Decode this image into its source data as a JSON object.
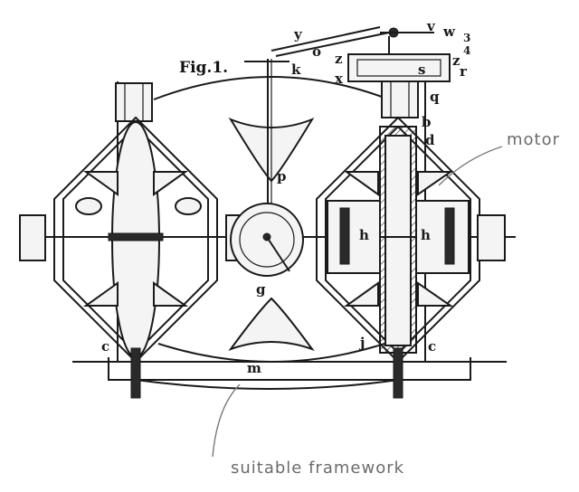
{
  "figure": {
    "title": "Fig.1."
  },
  "labels": {
    "y": "y",
    "o": "o",
    "k": "k",
    "z_left": "z",
    "x": "x",
    "v": "v",
    "w": "w",
    "n3": "3",
    "n4": "4",
    "z_right": "z",
    "r": "r",
    "s": "s",
    "q": "q",
    "b": "b",
    "d": "d",
    "p": "p",
    "g": "g",
    "h_left": "h",
    "h_right": "h",
    "c_left": "c",
    "c_right": "c",
    "j": "j",
    "m": "m"
  },
  "annotations": {
    "motor": "motor",
    "framework": "suitable framework"
  },
  "colors": {
    "ink": "#1a1a1a",
    "pencil": "#6b6b6b",
    "paper": "#ffffff"
  }
}
